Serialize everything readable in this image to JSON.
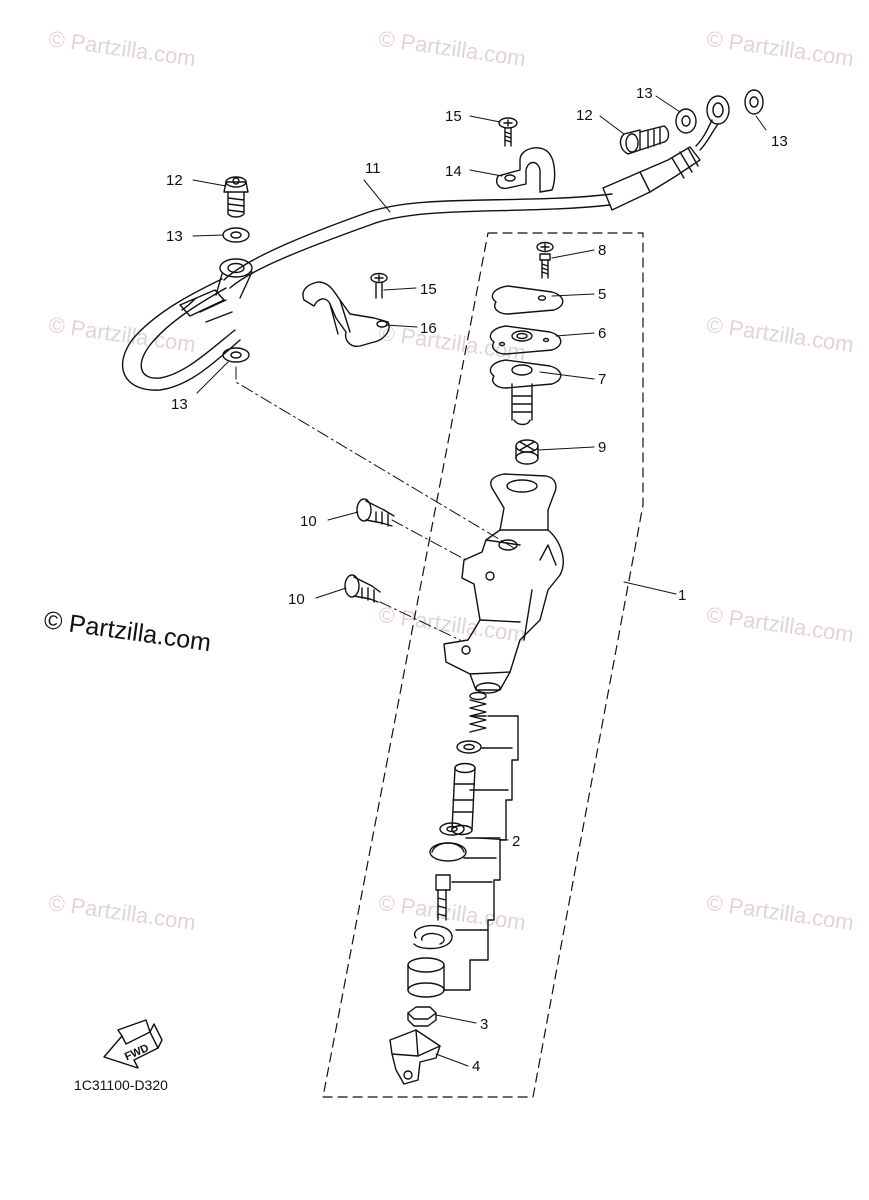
{
  "diagram": {
    "watermark": "© Partzilla.com",
    "brand_mark": "© Partzilla.com",
    "diagram_code": "1C31100-D320",
    "fwd_label": "FWD",
    "callouts": [
      "1",
      "2",
      "3",
      "4",
      "5",
      "6",
      "7",
      "8",
      "9",
      "10",
      "10",
      "11",
      "12",
      "12",
      "13",
      "13",
      "13",
      "13",
      "14",
      "15",
      "15",
      "16"
    ]
  }
}
